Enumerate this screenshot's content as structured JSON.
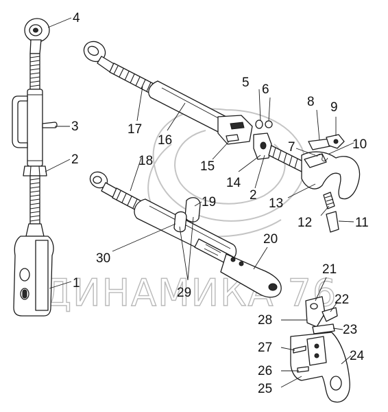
{
  "watermark": {
    "text": "ДИНАМИКА 76"
  },
  "callouts": {
    "c1": "1",
    "c2": "2",
    "c3": "3",
    "c4": "4",
    "c5": "5",
    "c6": "6",
    "c7": "7",
    "c8": "8",
    "c9": "9",
    "c10": "10",
    "c11": "11",
    "c12": "12",
    "c13": "13",
    "c14": "14",
    "c15": "15",
    "c16": "16",
    "c17": "17",
    "c18": "18",
    "c19": "19",
    "c2b": "2",
    "c20": "20",
    "c21": "21",
    "c22": "22",
    "c23": "23",
    "c24": "24",
    "c25": "25",
    "c26": "26",
    "c27": "27",
    "c28": "28",
    "c29": "29",
    "c30": "30"
  }
}
